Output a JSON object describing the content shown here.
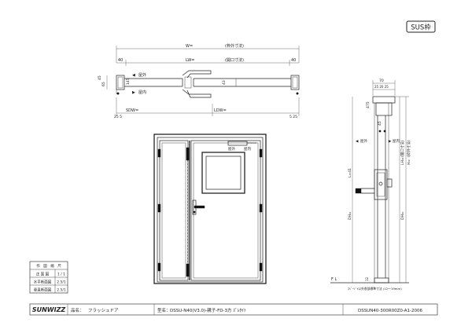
{
  "badge": "SUS枠",
  "plan": {
    "w_label": "W=",
    "w_note": "(枠外寸法)",
    "lw_label": "LW=",
    "lw_note": "(開口寸法)",
    "left_offset": "40",
    "right_offset": "40",
    "height_a": "45",
    "height_b": "65",
    "outer_mark": "屋外",
    "inner_mark": "屋内",
    "inner_dim": "145",
    "mid_dim": "43",
    "ldw_label": "LDW=",
    "sdw_label": "SDW=",
    "left_gap": "25 5",
    "right_gap": "5 25"
  },
  "elevation": {
    "outer_mark": "屋外",
    "inner_mark": "屋内"
  },
  "section": {
    "top_dim": "70",
    "sub_dims": "25 20 25",
    "head_dim": "475",
    "side_dim": "45",
    "outer_mark": "屋外",
    "inner_mark": "屋内",
    "fl_label": "F L",
    "ll_label": "L=41",
    "h_label": "H=",
    "h_note": "(枠外寸法)",
    "lh_label": "LH=",
    "lh_note": "(開口寸法)",
    "dh_label": "DH=",
    "bottom_dim": "12",
    "note": "ｽﾍﾟｰｼﾞｬ以外各部標準寸法 (12～19mm)"
  },
  "scale_table": {
    "header": "作　図　縮　尺",
    "rows": [
      {
        "name": "正 面 図",
        "value": "1 / 1"
      },
      {
        "name": "水平断面図",
        "value": "2.5/1"
      },
      {
        "name": "垂直断面図",
        "value": "2.5/1"
      }
    ]
  },
  "titleblock": {
    "brand": "SUNWIZZ",
    "product_label": "品名：",
    "product": "フラッシュドア",
    "model_label": "型名：",
    "model": "DSSU-N40(V3.0)-親子-FD-3方 ｽﾞﾚﾀｲﾄ",
    "drawing_no": "DSSUN40-300R00Z0-A1-2006"
  }
}
